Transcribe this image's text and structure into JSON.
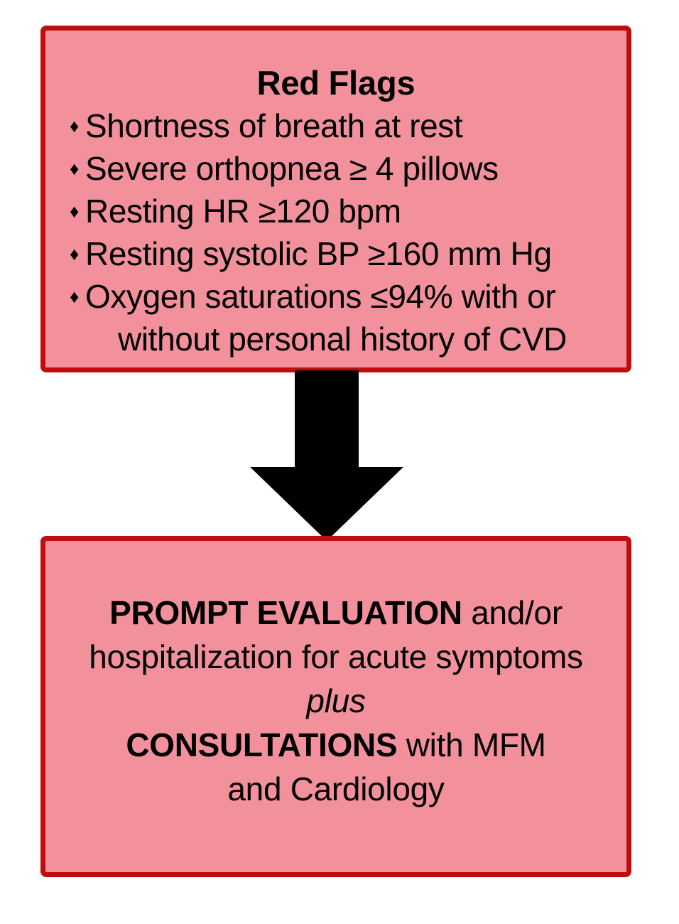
{
  "diagram": {
    "type": "flowchart",
    "colors": {
      "box_fill": "#F2919B",
      "box_border": "#C00D0D",
      "arrow": "#000000",
      "text": "#000000",
      "background": "#FFFFFF"
    },
    "nodes": [
      {
        "id": "red-flags",
        "title": "Red Flags",
        "items": [
          "Shortness of breath at rest",
          "Severe orthopnea ≥ 4 pillows",
          "Resting HR ≥120 bpm",
          "Resting systolic BP ≥160 mm Hg"
        ],
        "last_item": {
          "line1": "Oxygen saturations ≤94% with or",
          "line2": "without personal history of CVD"
        },
        "bullet_glyph": "♦"
      },
      {
        "id": "action",
        "lines": [
          {
            "bold": "PROMPT EVALUATION",
            "normal": " and/or"
          },
          {
            "normal": "hospitalization for acute symptoms"
          },
          {
            "italic": "plus"
          },
          {
            "bold": "CONSULTATIONS",
            "normal": " with MFM"
          },
          {
            "normal": "and Cardiology"
          }
        ]
      }
    ],
    "connector": {
      "name": "down-arrow",
      "from": "red-flags",
      "to": "action",
      "direction": "down"
    }
  }
}
